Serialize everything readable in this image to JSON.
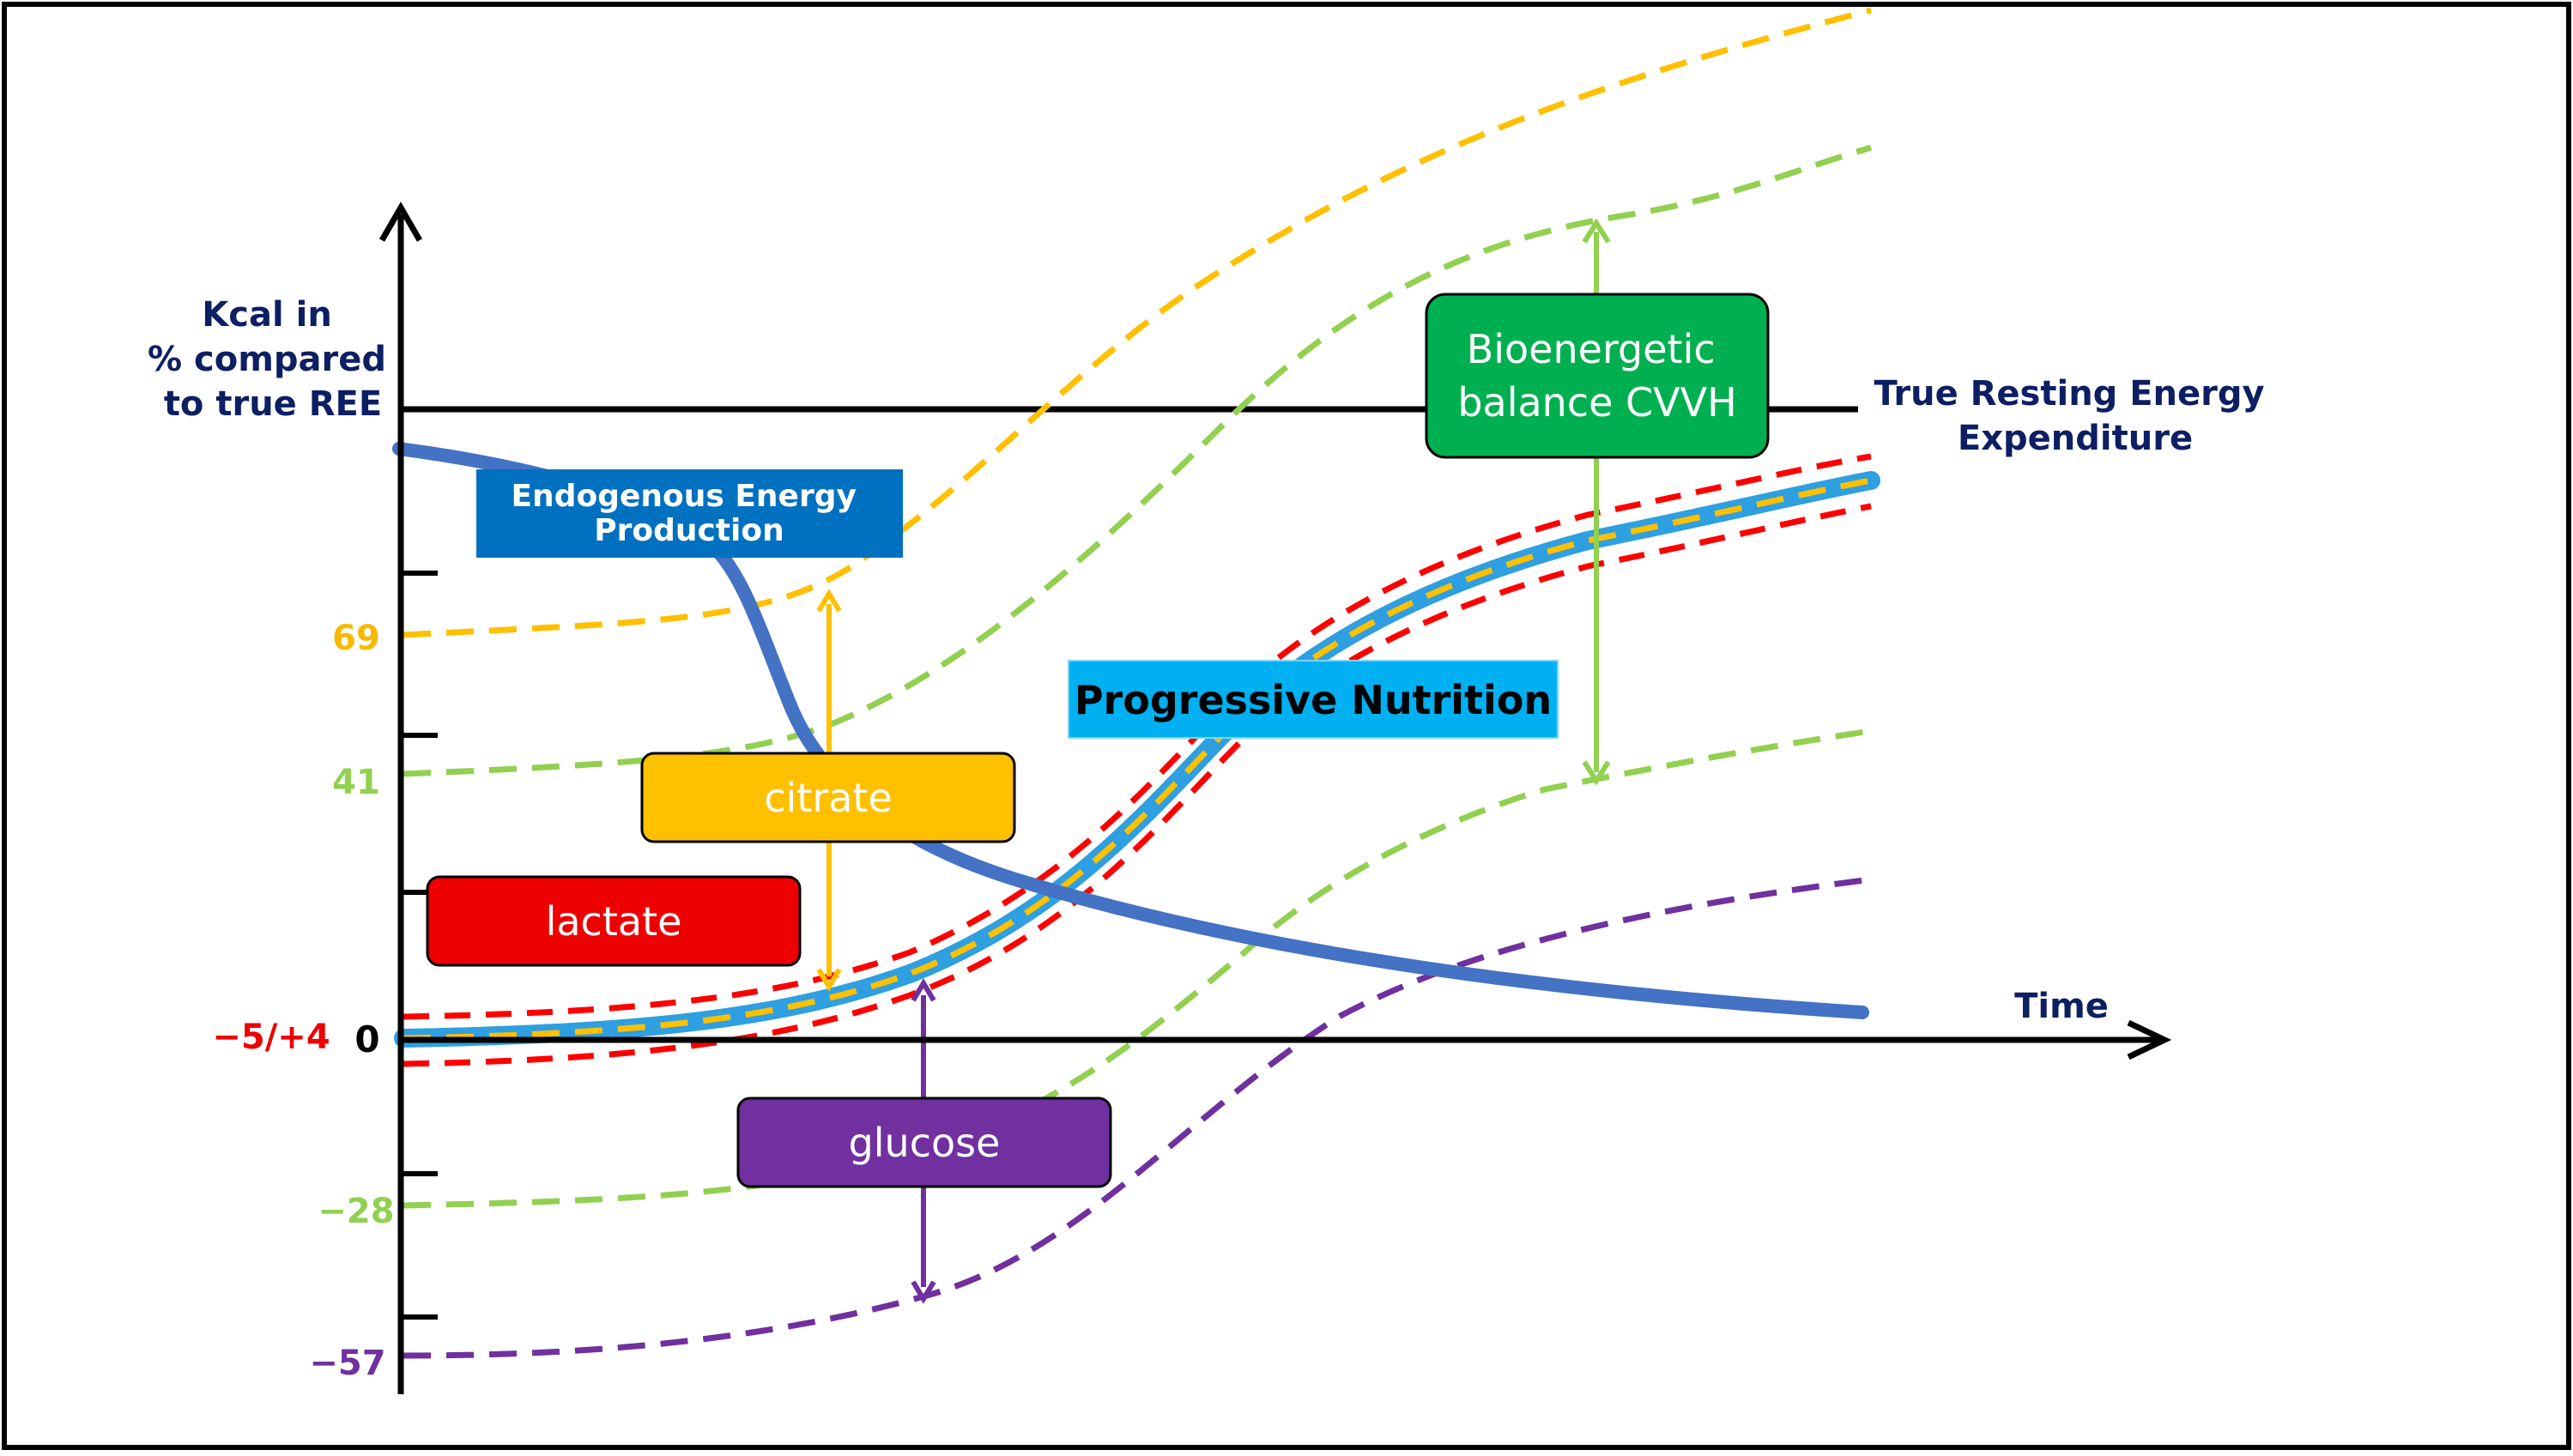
{
  "axis": {
    "y_title_lines": [
      "Kcal in",
      "% compared",
      "to true REE"
    ],
    "x_title": "Time",
    "zero_label": "0"
  },
  "reference_line": {
    "label_lines": [
      "True Resting Energy",
      "Expenditure"
    ]
  },
  "tick_labels": [
    {
      "text": "69",
      "color": "#f7b900"
    },
    {
      "text": "41",
      "color": "#92d050"
    },
    {
      "text": "−5/+4",
      "color": "#ee0000"
    },
    {
      "text": "−28",
      "color": "#92d050"
    },
    {
      "text": "−57",
      "color": "#7030a0"
    }
  ],
  "boxes": {
    "endogenous": {
      "lines": [
        "Endogenous Energy",
        "Production"
      ],
      "color": "#0070c0"
    },
    "citrate": {
      "text": "citrate",
      "color": "#ffc000"
    },
    "lactate": {
      "text": "lactate",
      "color": "#ee0000"
    },
    "glucose": {
      "text": "glucose",
      "color": "#7030a0"
    },
    "progressive": {
      "text": "Progressive Nutrition",
      "color": "#00b0f0"
    },
    "bioenergetic": {
      "lines": [
        "Bioenergetic",
        "balance CVVH"
      ],
      "color": "#00b050"
    }
  },
  "colors": {
    "endogenous_curve": "#4472c4",
    "nutrition_curve": "#2e9fe0",
    "citrate": "#ffc000",
    "lactate": "#ff0000",
    "bioenergetic": "#92d050",
    "glucose": "#7030a0",
    "navy": "#0d1f63"
  }
}
